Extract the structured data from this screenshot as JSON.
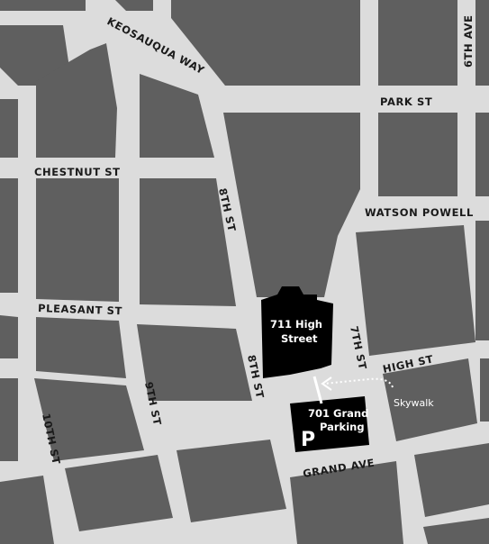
{
  "streets": {
    "keosauqua": "KEOSAUQUA WAY",
    "park": "PARK ST",
    "sixth": "6TH AVE",
    "chestnut": "CHESTNUT ST",
    "eighth_north": "8TH ST",
    "watson_powell": "WATSON POWELL",
    "pleasant": "PLEASANT ST",
    "seventh": "7TH ST",
    "eighth_south": "8TH ST",
    "high": "HIGH ST",
    "ninth": "9TH ST",
    "tenth": "10TH ST",
    "grand": "GRAND AVE"
  },
  "buildings": {
    "high_street": {
      "line1": "711 High",
      "line2": "Street"
    },
    "grand_parking": {
      "line1": "701 Grand",
      "line2": "Parking",
      "symbol": "P"
    }
  },
  "skywalk": {
    "label": "Skywalk"
  },
  "colors": {
    "road": "#dcdcdc",
    "block": "#5f5f5f",
    "building": "#000000",
    "label": "#1a1a1a"
  }
}
